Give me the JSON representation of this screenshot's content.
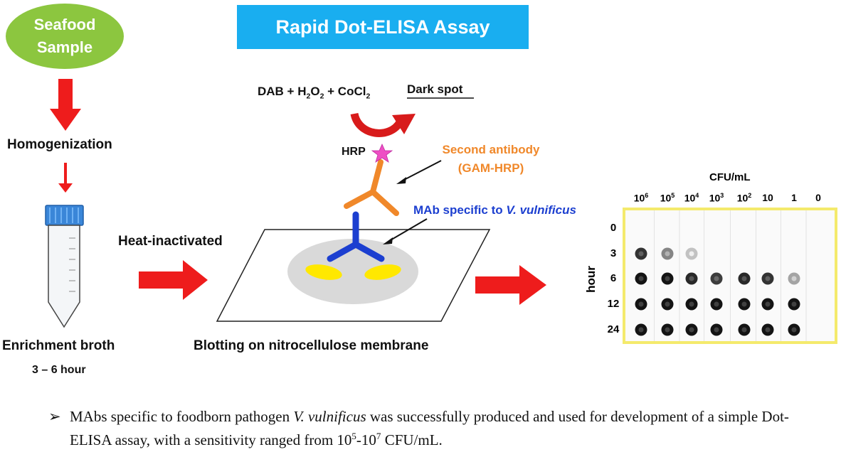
{
  "title": "Rapid Dot-ELISA Assay",
  "seafood": {
    "line1": "Seafood",
    "line2": "Sample"
  },
  "steps": {
    "homogenization": "Homogenization",
    "heat": "Heat-inactivated",
    "enrichment": "Enrichment broth",
    "duration": "3 – 6 hour",
    "blotting": "Blotting on nitrocellulose membrane"
  },
  "reaction": {
    "reagents_parts": [
      "DAB + H",
      "2",
      "O",
      "2",
      " + CoCl",
      "2"
    ],
    "product": "Dark spot"
  },
  "labels": {
    "hrp": "HRP",
    "second_ab_line1": "Second antibody",
    "second_ab_line2": "(GAM-HRP)",
    "mab_prefix": "MAb specific to ",
    "mab_species": "V. vulnificus"
  },
  "colors": {
    "title_bg": "#19aef0",
    "seafood_bg": "#8cc63f",
    "arrow": "#ee1c1c",
    "second_ab": "#f0882a",
    "mab": "#1c3fd0",
    "antigen": "#ffe800",
    "hrp_star": "#ee4fc4",
    "panel_border": "#f4ea6c"
  },
  "dot_blot": {
    "unit": "CFU/mL",
    "row_axis": "hour",
    "columns": [
      {
        "base": "10",
        "exp": "6"
      },
      {
        "base": "10",
        "exp": "5"
      },
      {
        "base": "10",
        "exp": "4"
      },
      {
        "base": "10",
        "exp": "3"
      },
      {
        "base": "10",
        "exp": "2"
      },
      {
        "base": "10",
        "exp": ""
      },
      {
        "base": "1",
        "exp": ""
      },
      {
        "base": "0",
        "exp": ""
      }
    ],
    "rows": [
      "0",
      "3",
      "6",
      "12",
      "24"
    ],
    "intensity": [
      [
        0,
        0,
        0,
        0,
        0,
        0,
        0,
        0
      ],
      [
        0.85,
        0.45,
        0.15,
        0,
        0,
        0,
        0,
        0
      ],
      [
        1,
        1,
        0.9,
        0.8,
        0.9,
        0.85,
        0.3,
        0
      ],
      [
        1,
        1,
        1,
        1,
        1,
        1,
        1,
        0
      ],
      [
        1,
        1,
        1,
        1,
        1,
        1,
        1,
        0
      ]
    ]
  },
  "footnote": {
    "bullet": "➢",
    "part1": "MAbs specific to foodborn pathogen ",
    "species": "V. vulnificus",
    "part2": " was successfully produced and used for development of a simple Dot-ELISA assay, with a sensitivity ranged from 10",
    "exp1": "5",
    "dash": "-10",
    "exp2": "7",
    "part3": " CFU/mL."
  }
}
